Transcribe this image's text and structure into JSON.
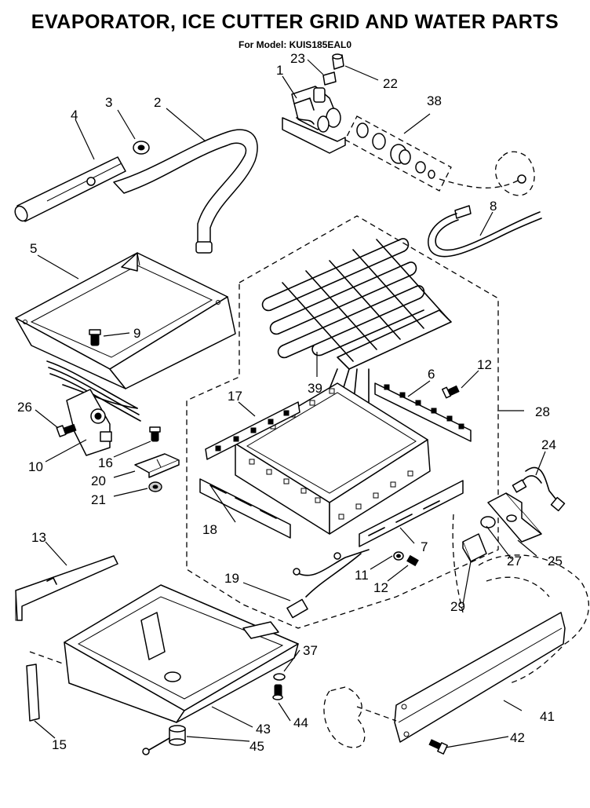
{
  "title": "EVAPORATOR, ICE CUTTER GRID AND WATER PARTS",
  "subtitle": "For Model: KUIS185EAL0",
  "callouts": {
    "c1": "1",
    "c2": "2",
    "c3": "3",
    "c4": "4",
    "c5": "5",
    "c6": "6",
    "c7": "7",
    "c8": "8",
    "c9": "9",
    "c10": "10",
    "c11": "11",
    "c12a": "12",
    "c12b": "12",
    "c13": "13",
    "c15": "15",
    "c16": "16",
    "c17": "17",
    "c18": "18",
    "c19": "19",
    "c20": "20",
    "c21": "21",
    "c22": "22",
    "c23": "23",
    "c24": "24",
    "c25": "25",
    "c26": "26",
    "c27": "27",
    "c28": "28",
    "c29": "29",
    "c37": "37",
    "c38": "38",
    "c39": "39",
    "c41": "41",
    "c42": "42",
    "c43": "43",
    "c44": "44",
    "c45": "45"
  }
}
